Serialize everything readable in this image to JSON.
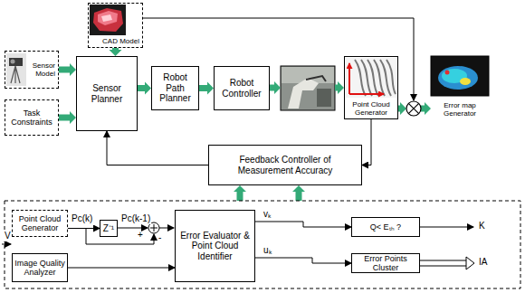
{
  "diagram": {
    "nodes": [
      {
        "text": [
          "CAD Model"
        ]
      },
      {
        "text": [
          "Sensor Model"
        ]
      },
      {
        "text": [
          "Task Constraints"
        ]
      },
      {
        "text": [
          "Sensor Planner"
        ]
      },
      {
        "text": [
          "Robot Path Planner"
        ]
      },
      {
        "text": [
          "Robot Controller"
        ]
      },
      {
        "text": [
          "Point Cloud Generator"
        ]
      },
      {
        "text": [
          "Error map Generator"
        ]
      },
      {
        "text": [
          "Feedback Controller of Measurement Accuracy"
        ]
      },
      {
        "text": [
          "Point Cloud Generator"
        ]
      },
      {
        "text": [
          "Image Quality Analyzer"
        ]
      },
      {
        "text": [
          "Z⁻¹"
        ]
      },
      {
        "text": [
          "Error Evaluator & Point Cloud Identifier"
        ]
      },
      {
        "text": [
          "Q< Eₜₕ ?"
        ]
      },
      {
        "text": [
          "Error Points Cluster"
        ]
      }
    ],
    "edges": [
      {
        "from": 0,
        "to": 3,
        "arrow": "to"
      },
      {
        "from": 1,
        "to": 3,
        "arrow": "to"
      },
      {
        "from": 2,
        "to": 3,
        "arrow": "to"
      },
      {
        "from": 3,
        "to": 4,
        "arrow": "to"
      },
      {
        "from": 4,
        "to": 5,
        "arrow": "to"
      },
      {
        "from": 6,
        "to": 8,
        "arrow": "to"
      },
      {
        "from": 8,
        "to": 3,
        "arrow": "to"
      },
      {
        "from": 9,
        "to": 11,
        "arrow": "to"
      },
      {
        "from": 10,
        "to": 12,
        "arrow": "to"
      },
      {
        "from": 12,
        "to": 13,
        "arrow": "to"
      },
      {
        "from": 12,
        "to": 14,
        "arrow": "to"
      }
    ],
    "labels": [
      "V",
      "Pc(k)",
      "Pc(k-1)",
      "+",
      "-",
      "vₖ",
      "uₖ",
      "K",
      "IA"
    ]
  }
}
